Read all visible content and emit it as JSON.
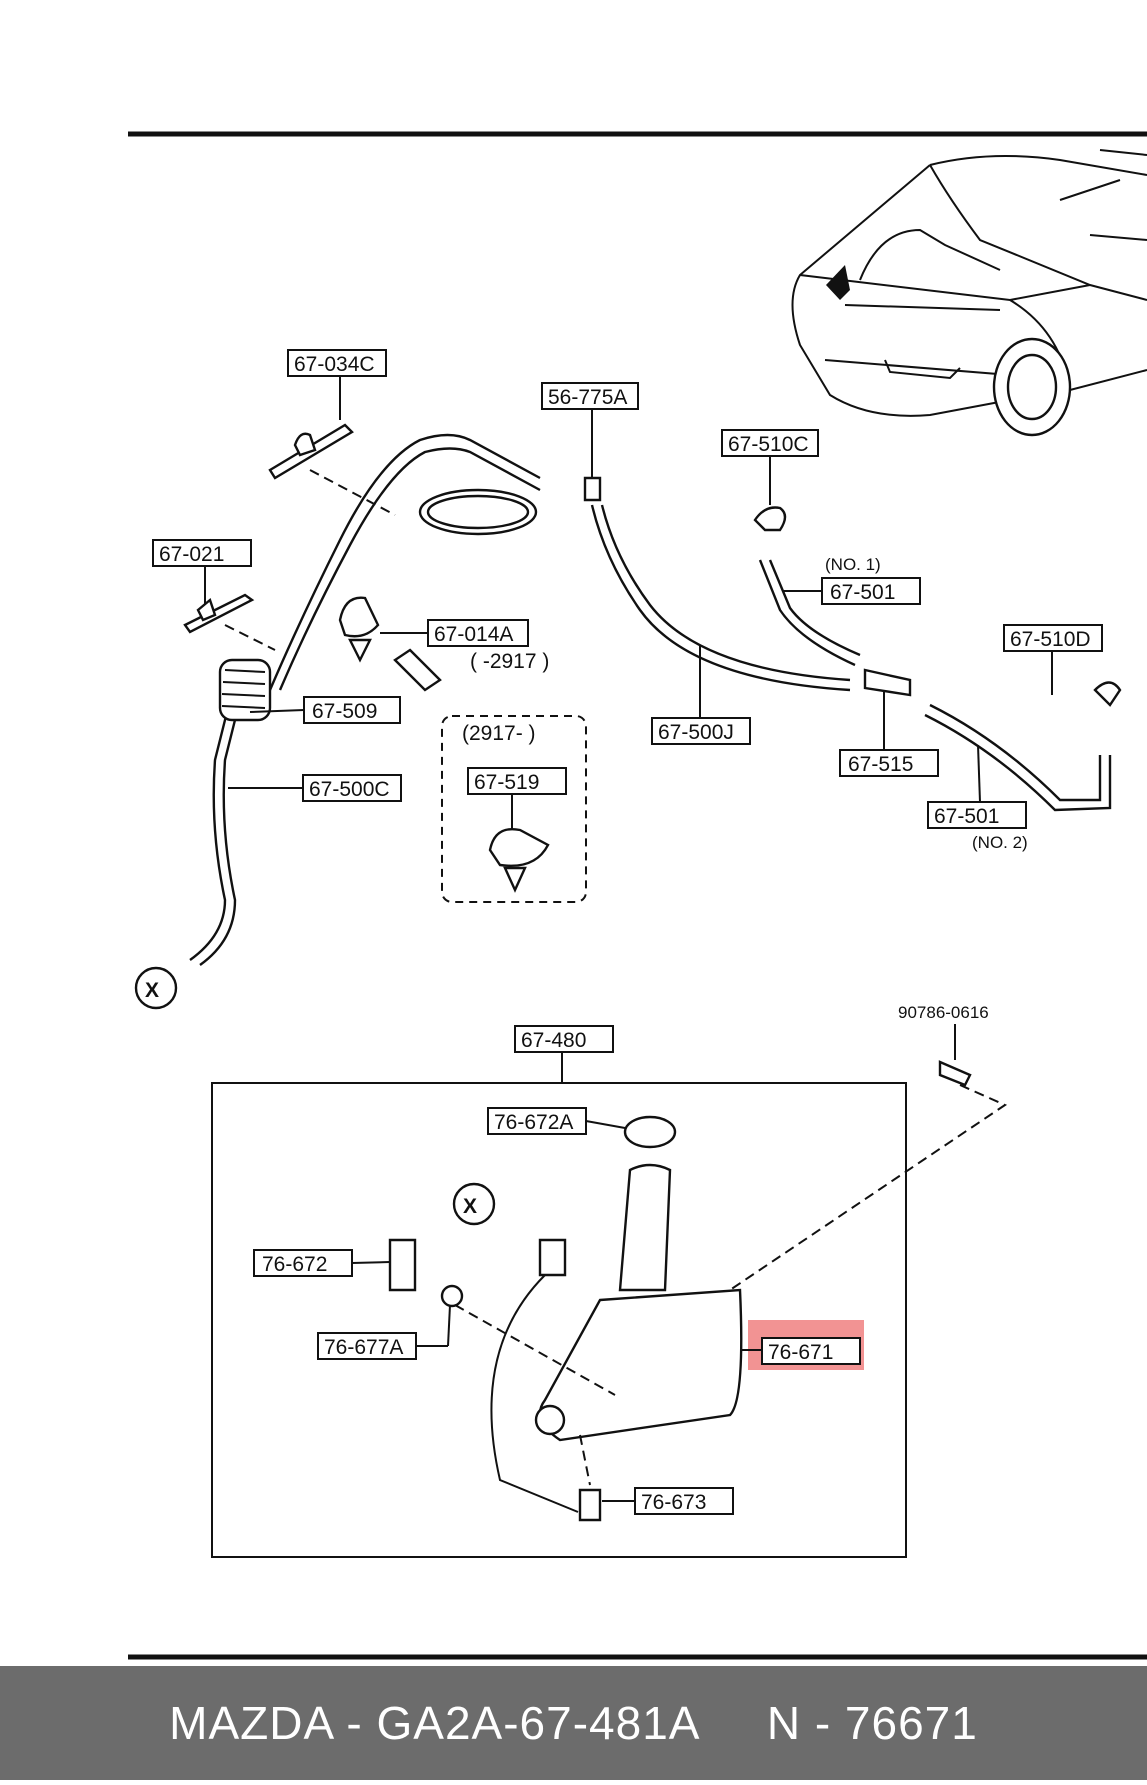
{
  "diagram": {
    "part_labels": {
      "p67_034C": "67-034C",
      "p56_775A": "56-775A",
      "p67_510C": "67-510C",
      "p67_021": "67-021",
      "p67_501_no1": "67-501",
      "p67_014A": "67-014A",
      "p67_509": "67-509",
      "p67_500J": "67-500J",
      "p67_510D": "67-510D",
      "p67_515": "67-515",
      "p67_500C": "67-500C",
      "p67_519": "67-519",
      "p67_501_no2": "67-501",
      "p67_480": "67-480",
      "p76_672A": "76-672A",
      "p76_672": "76-672",
      "p76_677A": "76-677A",
      "p76_671": "76-671",
      "p76_673": "76-673"
    },
    "notes": {
      "no1": "(NO. 1)",
      "no2": "(NO. 2)",
      "range_before": "( -2917 )",
      "range_after": "(2917- )",
      "bolt": "90786-0616"
    },
    "ref_mark": "X",
    "highlight_color": "#f08080"
  },
  "footer": {
    "text": "MAZDA - GA2A-67-481A     N - 76671"
  },
  "colors": {
    "footer_bg": "#6c6c6c",
    "footer_text": "#ffffff",
    "line": "#111111"
  }
}
